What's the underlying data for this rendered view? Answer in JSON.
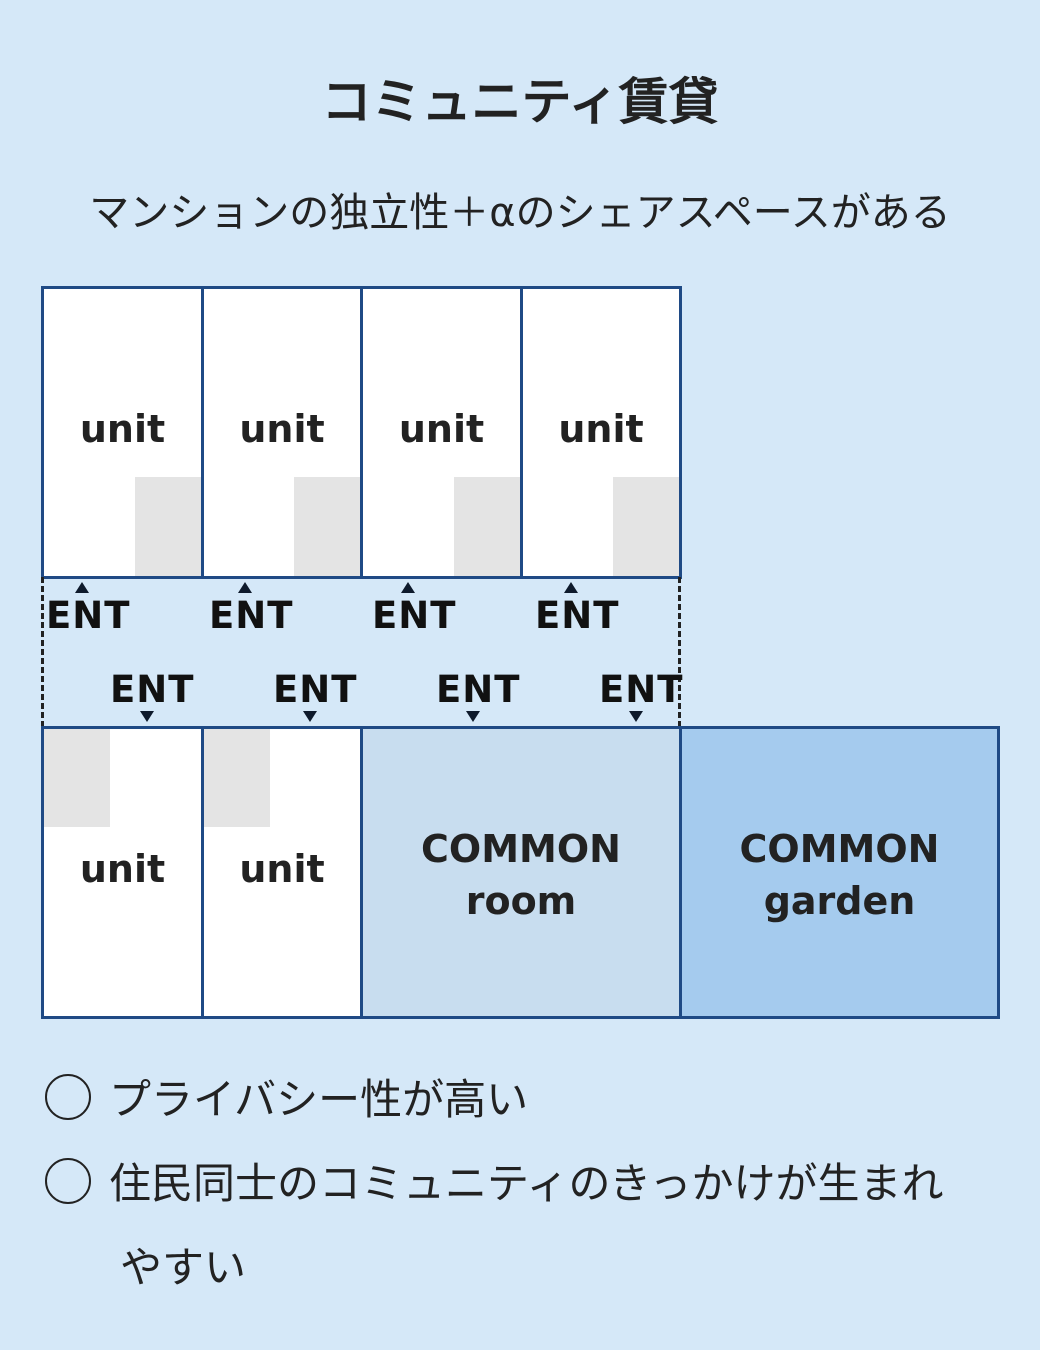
{
  "title": "コミュニティ賃貸",
  "subtitle": "マンションの独立性＋αのシェアスペースがある",
  "diagram": {
    "unit_label": "unit",
    "entrance_label": "ENT",
    "common_room": {
      "line1": "COMMON",
      "line2": "room"
    },
    "common_garden": {
      "line1": "COMMON",
      "line2": "garden"
    },
    "colors": {
      "border": "#1f4a85",
      "background": "#d5e8f8",
      "common_room": "#c8ddef",
      "common_garden": "#a5cbee",
      "door": "#e4e4e4"
    }
  },
  "points": [
    {
      "text": "プライバシー性が高い"
    },
    {
      "text": "住民同士のコミュニティのきっかけが生まれ",
      "cont": "やすい"
    }
  ]
}
